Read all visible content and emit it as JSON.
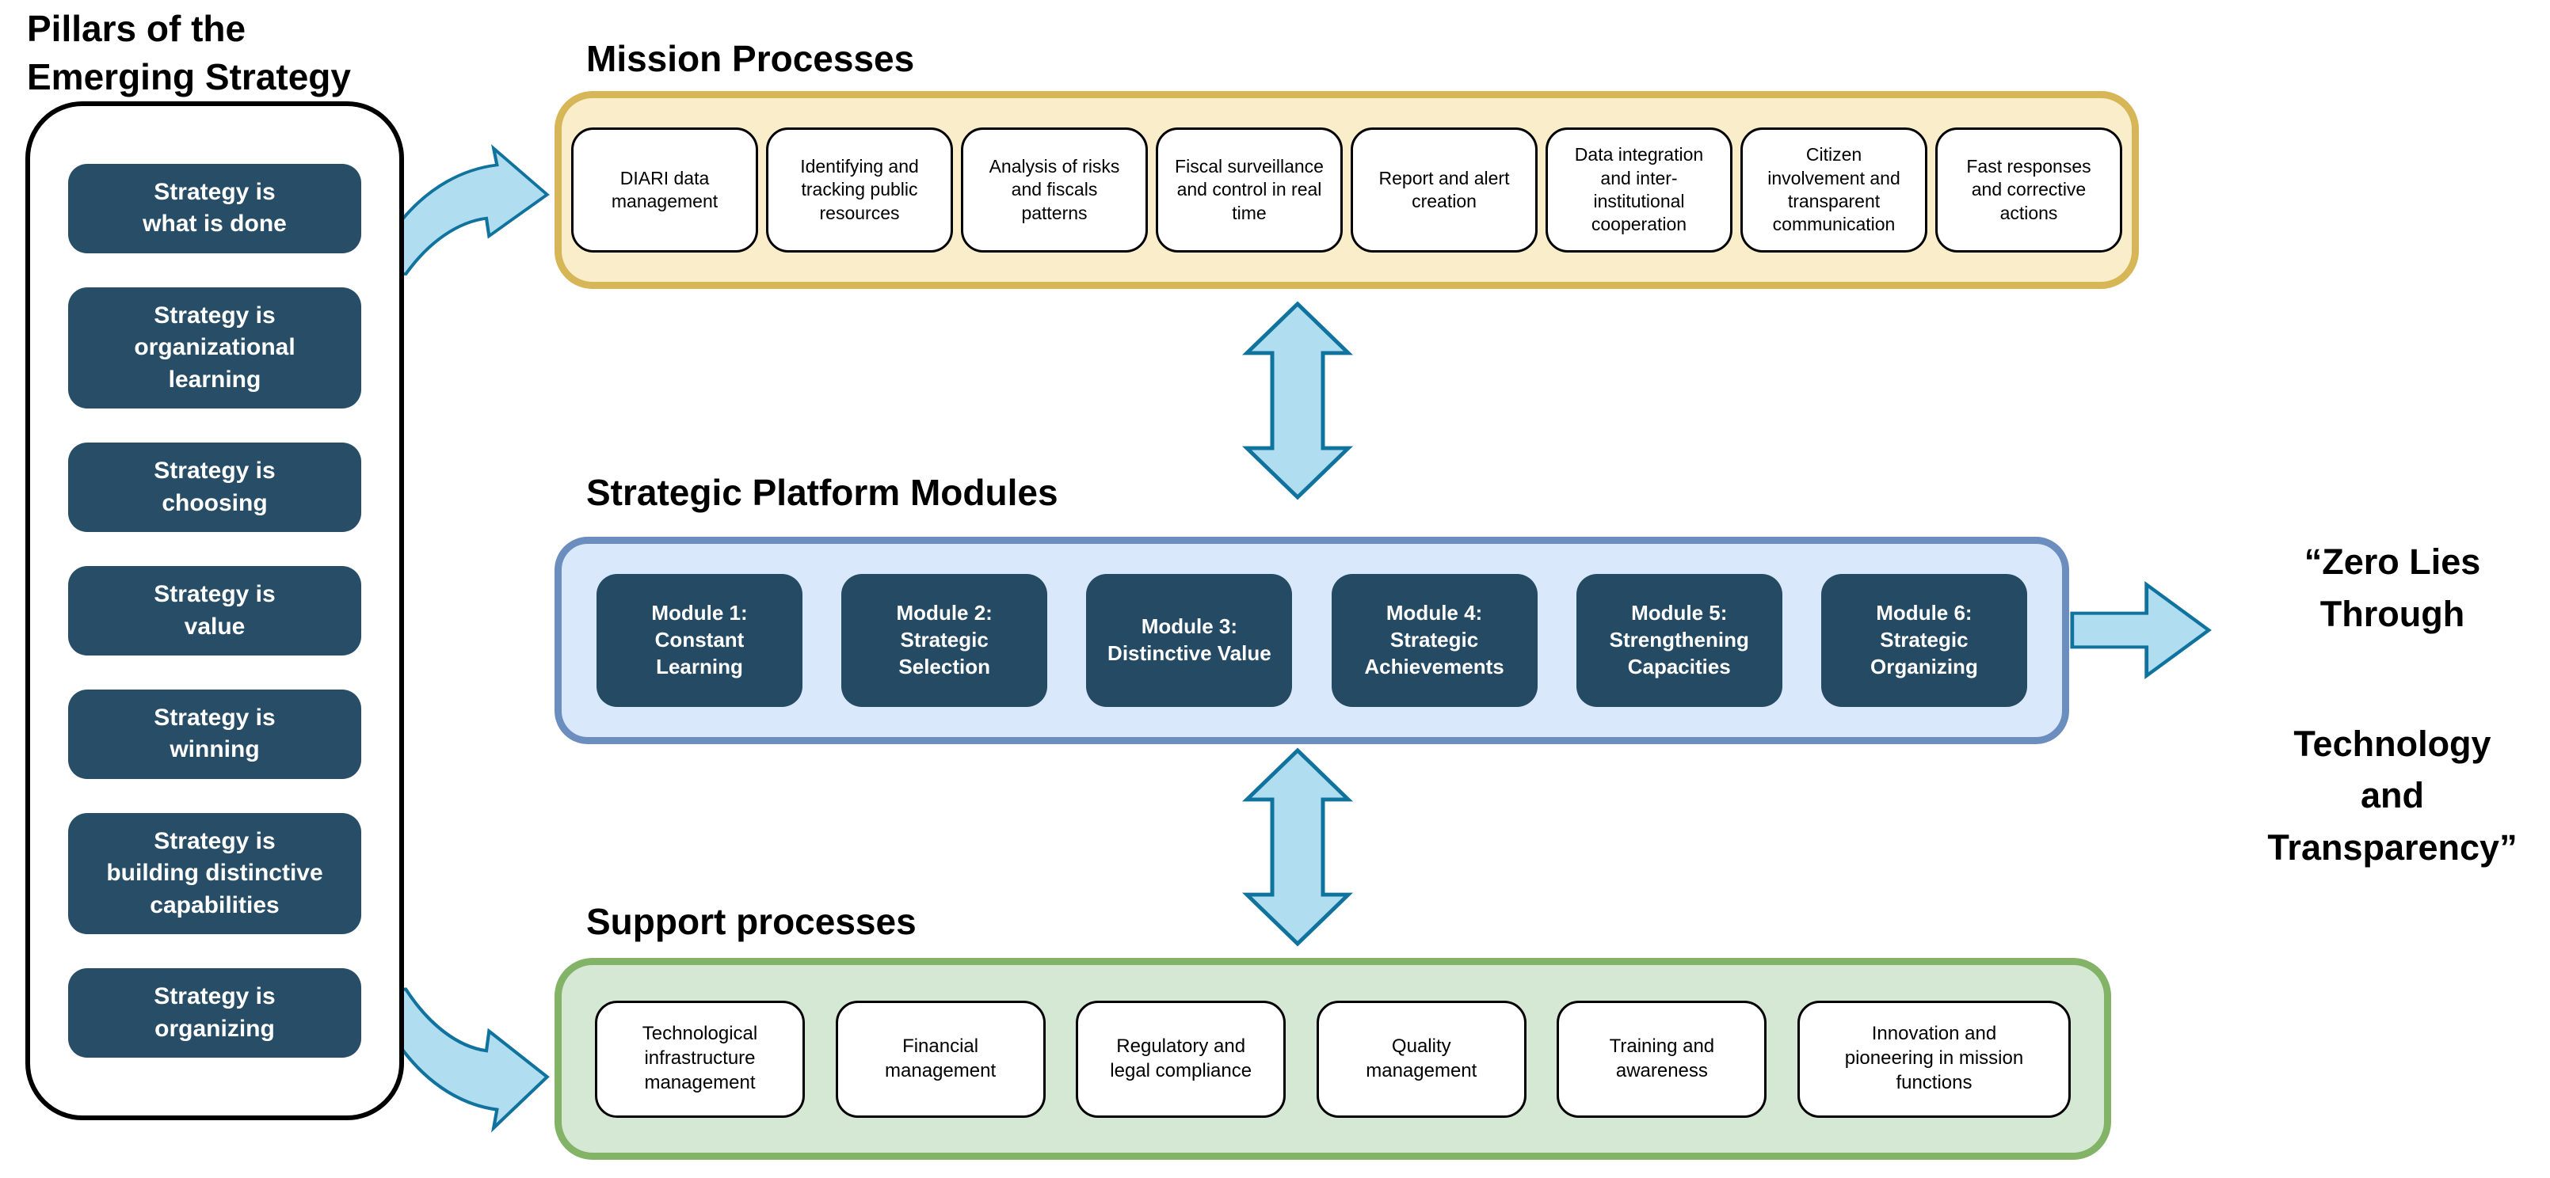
{
  "pillars": {
    "title": "Pillars of the\nEmerging Strategy",
    "items": [
      "Strategy is\nwhat is done",
      "Strategy is\norganizational\nlearning",
      "Strategy is\nchoosing",
      "Strategy is\nvalue",
      "Strategy is\nwinning",
      "Strategy is\nbuilding distinctive\ncapabilities",
      "Strategy is\norganizing"
    ]
  },
  "mission": {
    "title": "Mission Processes",
    "items": [
      "DIARI data\nmanagement",
      "Identifying and\ntracking public\nresources",
      "Analysis of risks\nand fiscals\npatterns",
      "Fiscal surveillance\nand control in real\ntime",
      "Report and alert\ncreation",
      "Data integration\nand inter-\ninstitutional\ncooperation",
      "Citizen\ninvolvement and\ntransparent\ncommunication",
      "Fast responses\nand corrective\nactions"
    ]
  },
  "modules": {
    "title": "Strategic Platform Modules",
    "items": [
      "Module 1:\nConstant\nLearning",
      "Module 2:\nStrategic\nSelection",
      "Module 3:\nDistinctive Value",
      "Module 4:\nStrategic\nAchievements",
      "Module 5:\nStrengthening\nCapacities",
      "Module 6:\nStrategic\nOrganizing"
    ]
  },
  "support": {
    "title": "Support processes",
    "items": [
      "Technological\ninfrastructure\nmanagement",
      "Financial\nmanagement",
      "Regulatory and\nlegal compliance",
      "Quality\nmanagement",
      "Training and\nawareness",
      "Innovation and\npioneering in mission\nfunctions"
    ]
  },
  "quote": {
    "part1": "“Zero Lies\nThrough",
    "part2": "Technology\nand\nTransparency”"
  },
  "icons": {
    "curved_arrow_top": "curved-block-arrow-up-right",
    "curved_arrow_bottom": "curved-block-arrow-down-right",
    "vertical_arrow_1": "double-headed-vertical-arrow",
    "vertical_arrow_2": "double-headed-vertical-arrow",
    "right_arrow": "block-arrow-right"
  },
  "colors": {
    "pillar_box": "#274D67",
    "module_box": "#254A63",
    "mission_fill": "#FAEDCA",
    "mission_border": "#D6B656",
    "modules_fill": "#DAE8FC",
    "modules_border": "#6C8EBF",
    "support_fill": "#D5E8D4",
    "support_border": "#82B366",
    "arrow_fill": "#B1DDF0",
    "arrow_stroke": "#10739E"
  }
}
